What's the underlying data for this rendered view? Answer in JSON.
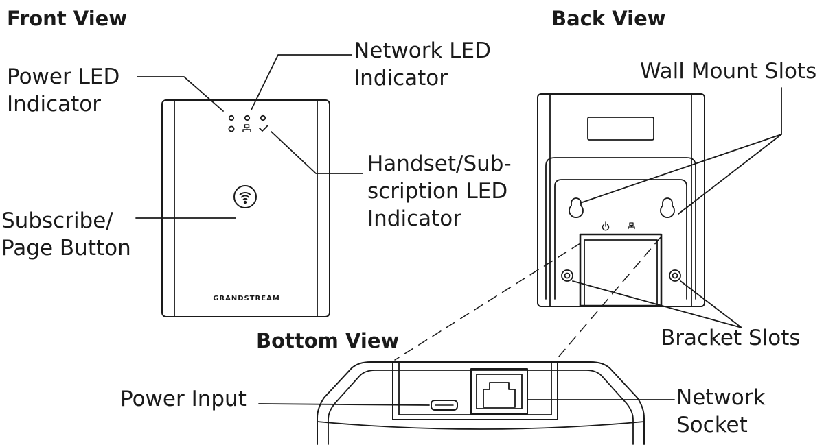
{
  "titles": {
    "front": "Front View",
    "back": "Back View",
    "bottom": "Bottom View"
  },
  "labels": {
    "power_led": [
      "Power LED",
      "Indicator"
    ],
    "network_led": [
      "Network LED",
      "Indicator"
    ],
    "handset_led": [
      "Handset/Sub-",
      "scription LED",
      "Indicator"
    ],
    "subscribe_button": [
      "Subscribe/",
      "Page Button"
    ],
    "wall_mount_slots": "Wall Mount Slots",
    "bracket_slots": "Bracket Slots",
    "power_input": "Power Input",
    "network_socket": [
      "Network",
      "Socket"
    ]
  },
  "device": {
    "brand": "GRANDSTREAM"
  },
  "icons": [
    "power-icon",
    "network-icon",
    "check-icon",
    "wifi-icon",
    "ethernet-port-icon",
    "micro-usb-icon"
  ]
}
